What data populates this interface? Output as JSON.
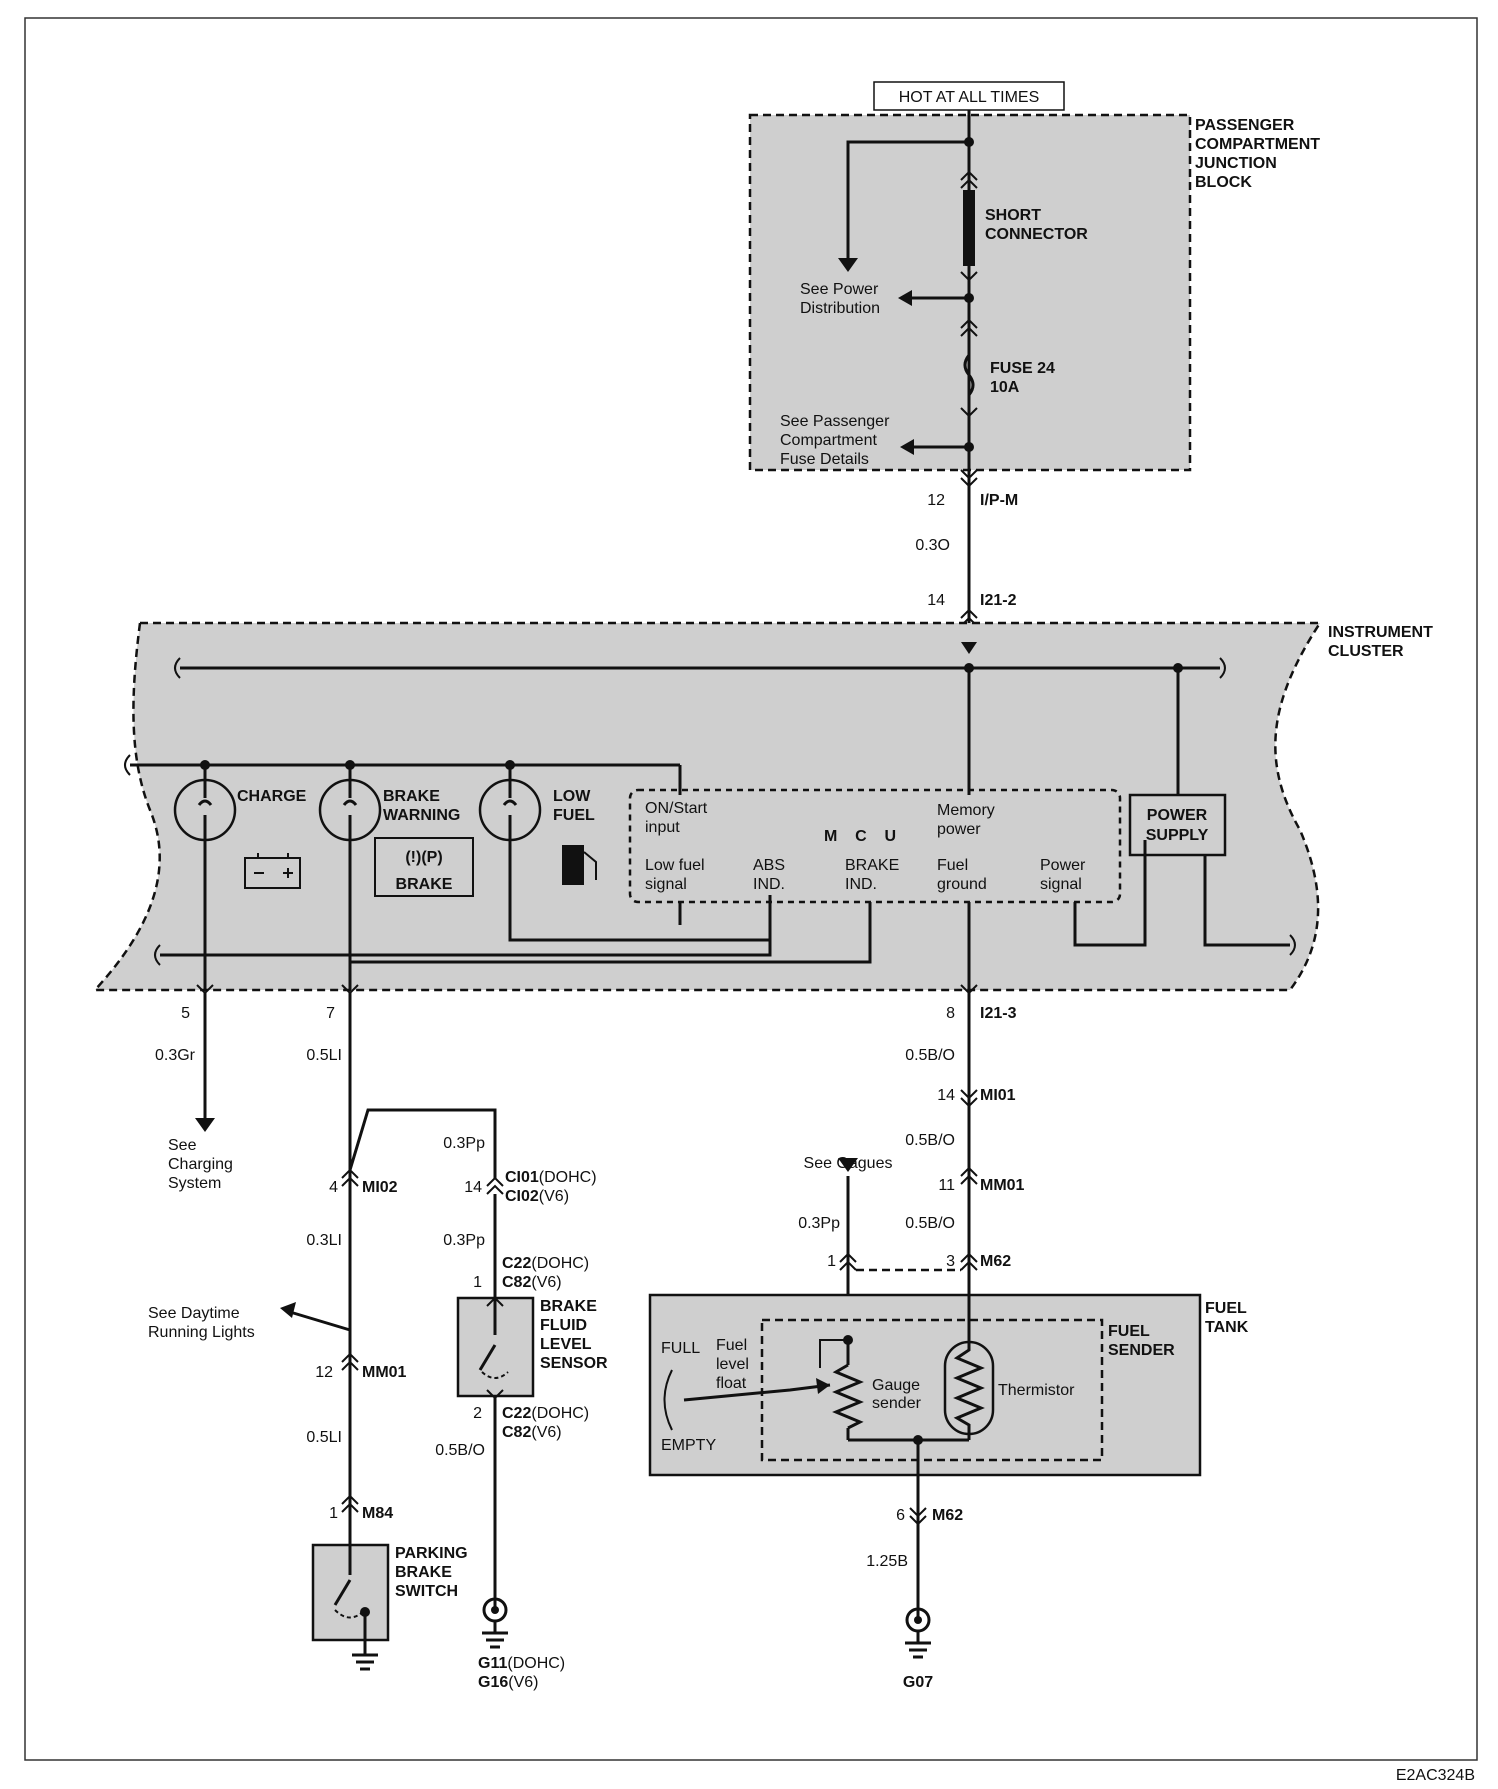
{
  "junction_block": {
    "hot_label": "HOT AT ALL TIMES",
    "title": [
      "PASSENGER",
      "COMPARTMENT",
      "JUNCTION",
      "BLOCK"
    ],
    "short_connector": [
      "SHORT",
      "CONNECTOR"
    ],
    "see_power": [
      "See Power",
      "Distribution"
    ],
    "fuse": [
      "FUSE 24",
      "10A"
    ],
    "see_fuse": [
      "See Passenger",
      "Compartment",
      "Fuse Details"
    ]
  },
  "connectors": {
    "ipm_pin": "12",
    "ipm_name": "I/P-M",
    "wire_03o": "0.3O",
    "i212_pin": "14",
    "i212_name": "I21-2",
    "c5_pin": "5",
    "c7_pin": "7",
    "c8_pin": "8",
    "i213_name": "I21-3",
    "wire_03gr": "0.3Gr",
    "wire_05li_a": "0.5LI",
    "wire_05bo_a": "0.5B/O",
    "mi01_pin": "14",
    "mi01_name": "MI01",
    "wire_05bo_b": "0.5B/O",
    "mm01_pin_r": "11",
    "mm01_name_r": "MM01",
    "wire_05bo_c": "0.5B/O",
    "m62_pin1": "1",
    "m62_pin3": "3",
    "m62_name": "M62",
    "wire_03pp_g": "0.3Pp",
    "see_gauges": "See Gagues",
    "wire_03pp_a": "0.3Pp",
    "ci_pin": "14",
    "ci01": "CI01",
    "ci01_suffix": "(DOHC)",
    "ci02": "CI02",
    "ci02_suffix": "(V6)",
    "mi02_pin": "4",
    "mi02_name": "MI02",
    "wire_03li": "0.3LI",
    "wire_03pp_b": "0.3Pp",
    "c22_top_pin": "1",
    "c22_top": "C22",
    "c22_top_suffix": "(DOHC)",
    "c82_top": "C82",
    "c82_top_suffix": "(V6)",
    "c22_bot_pin": "2",
    "c22_bot": "C22",
    "c22_bot_suffix": "(DOHC)",
    "c82_bot": "C82",
    "c82_bot_suffix": "(V6)",
    "wire_05bo_d": "0.5B/O",
    "mm01_pin_l": "12",
    "mm01_name_l": "MM01",
    "wire_05li_b": "0.5LI",
    "m84_pin": "1",
    "m84_name": "M84",
    "m62_bot_pin": "6",
    "m62_bot_name": "M62",
    "wire_125b": "1.25B"
  },
  "cluster": {
    "title": [
      "INSTRUMENT",
      "CLUSTER"
    ],
    "charge": "CHARGE",
    "brake_warning": [
      "BRAKE",
      "WARNING"
    ],
    "low_fuel": [
      "LOW",
      "FUEL"
    ],
    "brake_icon_text": "BRAKE",
    "brake_symbols": "(!)(P)",
    "mcu": "M    C    U",
    "on_start": [
      "ON/Start",
      "input"
    ],
    "memory_power": [
      "Memory",
      "power"
    ],
    "low_fuel_signal": [
      "Low fuel",
      "signal"
    ],
    "abs_ind": [
      "ABS",
      "IND."
    ],
    "brake_ind": [
      "BRAKE",
      "IND."
    ],
    "fuel_ground": [
      "Fuel",
      "ground"
    ],
    "power_signal": [
      "Power",
      "signal"
    ],
    "power_supply": [
      "POWER",
      "SUPPLY"
    ]
  },
  "left_circuit": {
    "see_charging": [
      "See",
      "Charging",
      "System"
    ],
    "see_daytime": [
      "See Daytime",
      "Running Lights"
    ],
    "brake_fluid": [
      "BRAKE",
      "FLUID",
      "LEVEL",
      "SENSOR"
    ],
    "parking_brake": [
      "PARKING",
      "BRAKE",
      "SWITCH"
    ],
    "g11": "G11",
    "g11_suffix": "(DOHC)",
    "g16": "G16",
    "g16_suffix": "(V6)"
  },
  "fuel_tank": {
    "title": [
      "FUEL",
      "TANK"
    ],
    "sender": [
      "FUEL",
      "SENDER"
    ],
    "full": "FULL",
    "empty": "EMPTY",
    "float": [
      "Fuel",
      "level",
      "float"
    ],
    "gauge_sender": [
      "Gauge",
      "sender"
    ],
    "thermistor": "Thermistor",
    "ground": "G07"
  },
  "footer_code": "E2AC324B"
}
